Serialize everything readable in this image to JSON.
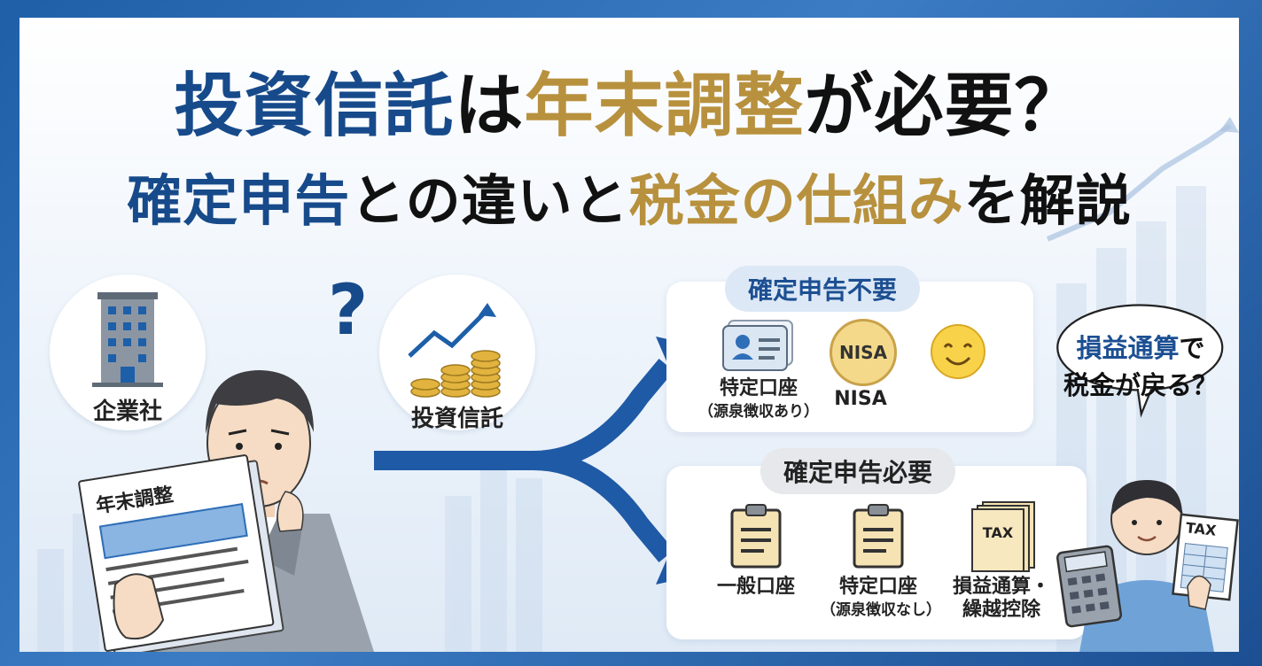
{
  "title": {
    "line1": [
      {
        "text": "投資信託",
        "color": "navy"
      },
      {
        "text": "は",
        "color": "black"
      },
      {
        "text": "年末調整",
        "color": "gold"
      },
      {
        "text": "が必要？",
        "color": "black"
      }
    ],
    "line2": [
      {
        "text": "確定申告",
        "color": "navy"
      },
      {
        "text": "との違いと",
        "color": "black"
      },
      {
        "text": "税金の仕組み",
        "color": "gold"
      },
      {
        "text": "を解説",
        "color": "black"
      }
    ]
  },
  "left": {
    "company_label": "企業社",
    "fund_label": "投資信託",
    "question_mark": "?",
    "document_title": "年末調整"
  },
  "not_required": {
    "header": "確定申告不要",
    "items": [
      {
        "label": "特定口座",
        "sub": "（源泉徴収あり）",
        "icon": "id-card-icon"
      },
      {
        "label": "NISA",
        "badge": "NISA",
        "icon": "nisa-badge-icon"
      },
      {
        "label": "",
        "icon": "smiley-icon"
      }
    ]
  },
  "required": {
    "header": "確定申告必要",
    "items": [
      {
        "label": "一般口座",
        "icon": "clipboard-icon"
      },
      {
        "label": "特定口座",
        "sub": "（源泉徴収なし）",
        "icon": "clipboard-icon"
      },
      {
        "label": "損益通算・",
        "sub": "繰越控除",
        "badge": "TAX",
        "icon": "tax-document-icon"
      }
    ]
  },
  "bubble": {
    "highlight": "損益通算",
    "rest_line1": "で",
    "line2": "税金が戻る？"
  },
  "right_person": {
    "tax_form_label": "TAX"
  },
  "colors": {
    "navy": "#174a8a",
    "gold": "#b8913e",
    "arrow": "#1f5aa6",
    "frame": "#1f5fa8"
  }
}
